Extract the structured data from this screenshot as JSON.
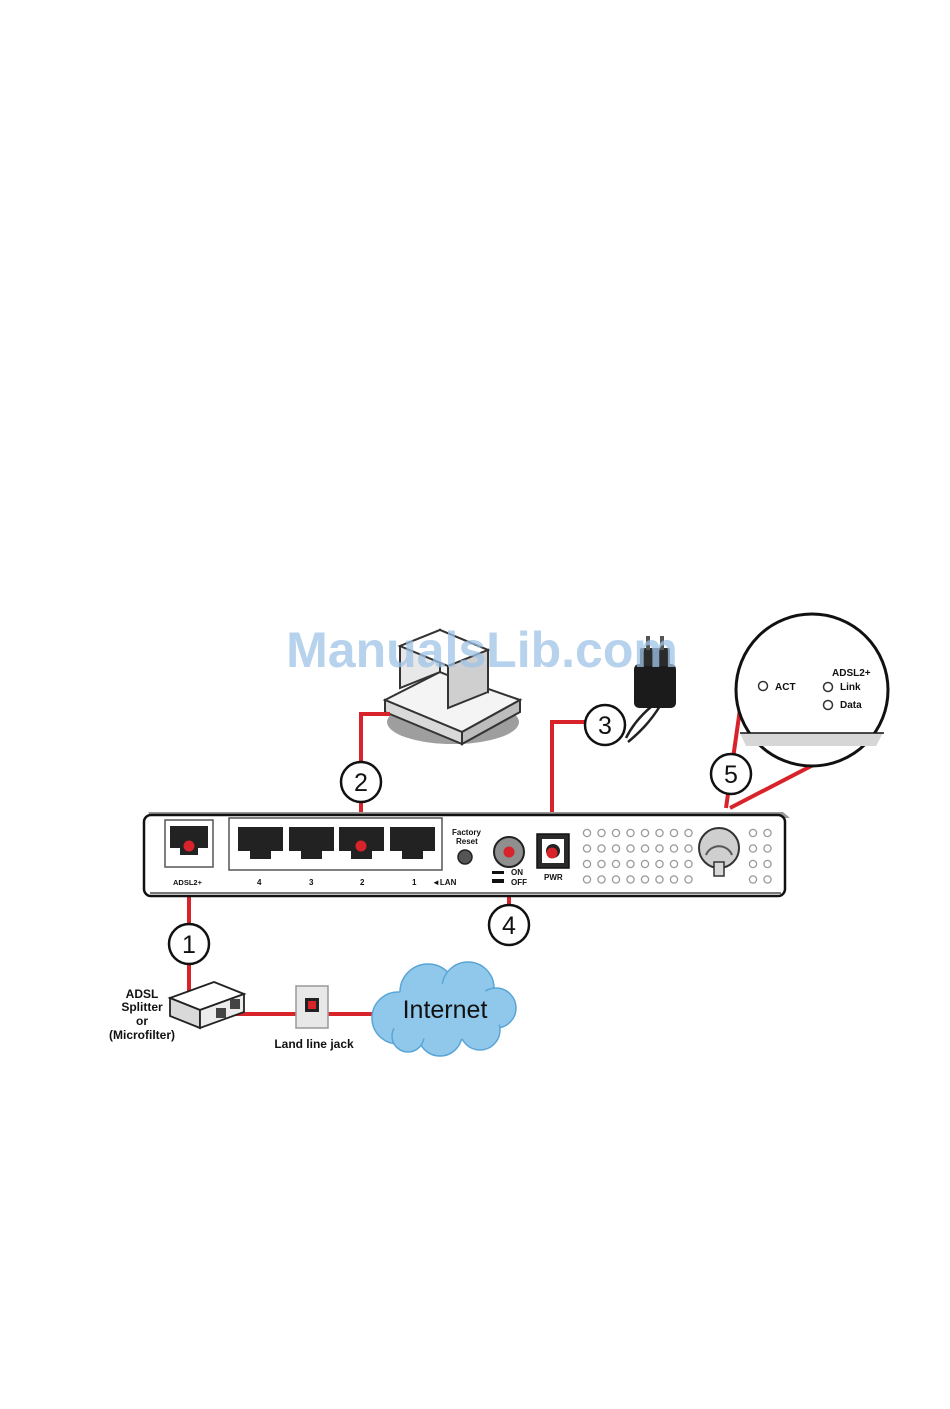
{
  "watermark": "ManualsLib.com",
  "callouts": [
    "1",
    "2",
    "3",
    "4",
    "5"
  ],
  "rear_panel": {
    "adsl_port_label": "ADSL2+",
    "lan_port_labels": [
      "4",
      "3",
      "2",
      "1"
    ],
    "lan_label": "◄LAN",
    "factory_reset_line1": "Factory",
    "factory_reset_line2": "Reset",
    "switch_on": "ON",
    "switch_off": "OFF",
    "power_label": "PWR"
  },
  "led_zoom": {
    "act": "ACT",
    "adsl_header": "ADSL2+",
    "link": "Link",
    "data": "Data"
  },
  "splitter_label": [
    "ADSL",
    "Splitter",
    "or",
    "(Microfilter)"
  ],
  "land_line_jack": "Land line jack",
  "internet": "Internet",
  "colors": {
    "cable": "#d8232a",
    "cloud": "#8fc8ea",
    "outline": "#111111"
  }
}
